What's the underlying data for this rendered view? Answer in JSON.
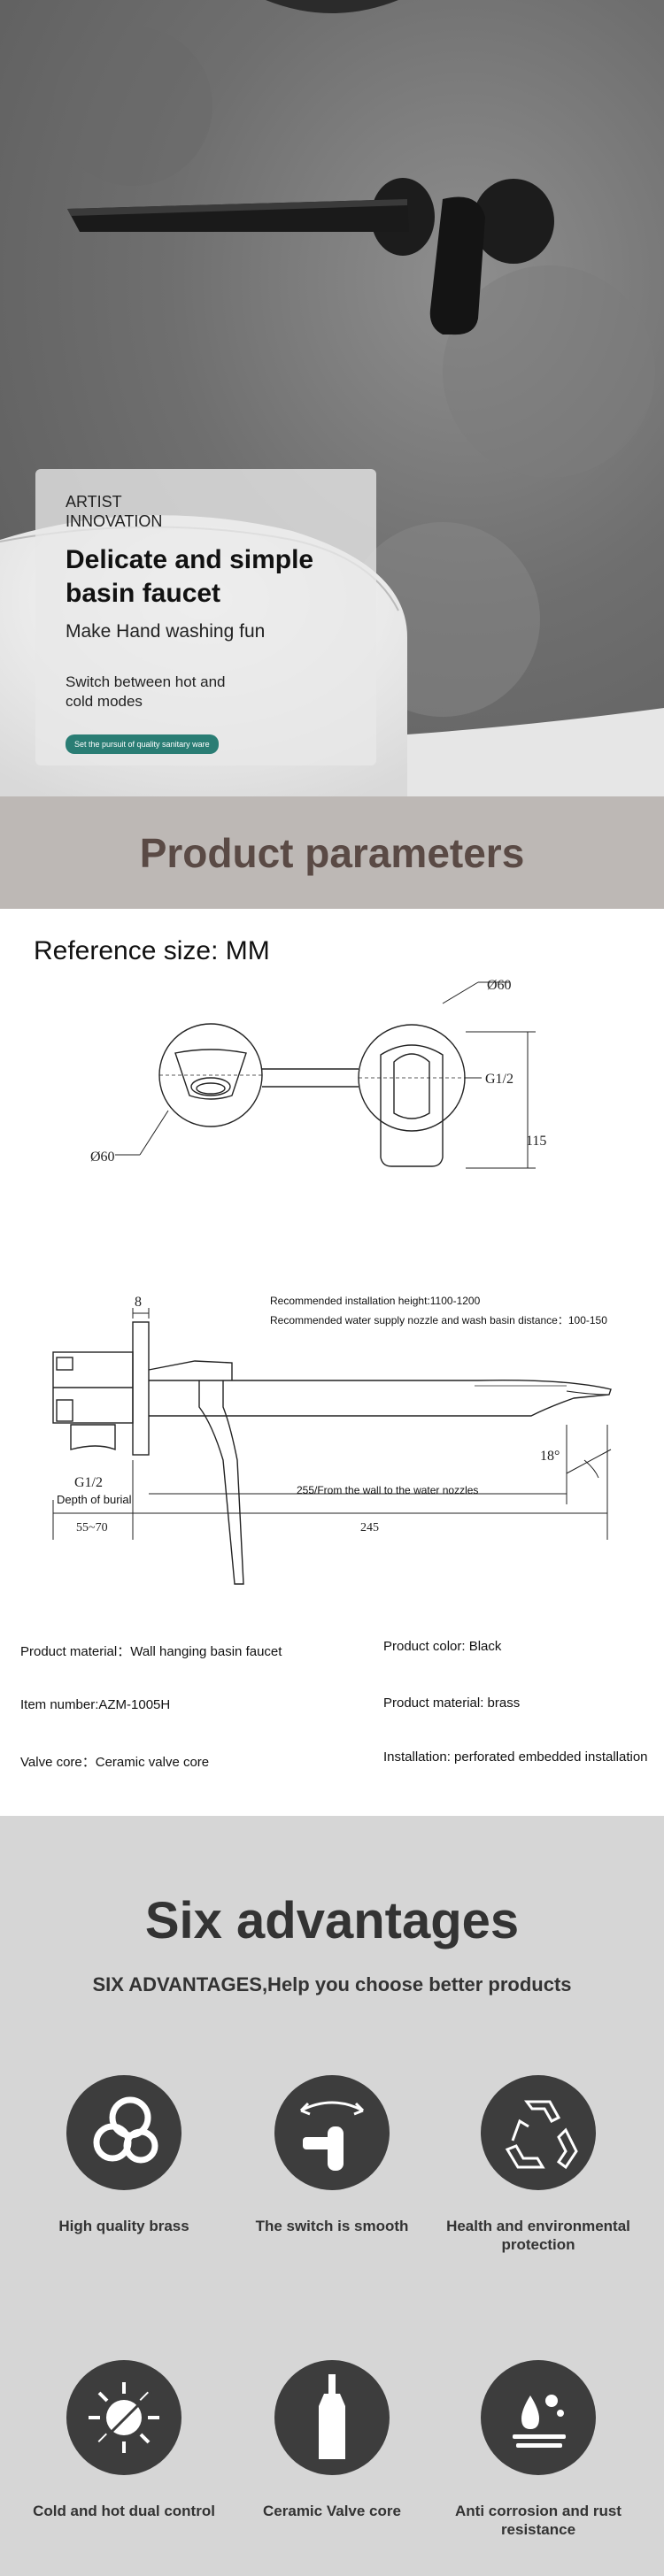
{
  "hero": {
    "kicker": "ARTIST INNOVATION",
    "title": "Delicate and simple basin faucet",
    "subtitle": "Make Hand washing fun",
    "description": "Switch between hot and cold modes",
    "pill": "Set the pursuit of quality sanitary ware"
  },
  "parameters": {
    "banner_title": "Product parameters",
    "reference": "Reference size: MM"
  },
  "drawing": {
    "front": {
      "dia_top": "Ø60",
      "dia_left": "Ø60",
      "thread": "G1/2",
      "height": "115"
    },
    "note_1": "Recommended installation height:1100-1200",
    "note_2": "Recommended water supply nozzle and wash basin distance：100-150",
    "side": {
      "thickness": "8",
      "thread": "G1/2",
      "burial": "Depth of burial",
      "burial_range": "55~70",
      "reach_label": "255/From the wall to the water nozzles",
      "spout_len": "245",
      "angle": "18°"
    }
  },
  "specs": {
    "material_left": "Product material：Wall hanging basin faucet",
    "color": "Product color: Black",
    "item_number": "Item number:AZM-1005H",
    "material_right": "Product material: brass",
    "valve": "Valve core：Ceramic valve core",
    "installation": "Installation: perforated embedded installation"
  },
  "advantages": {
    "title": "Six advantages",
    "subtitle": "SIX ADVANTAGES,Help you choose better products",
    "items": [
      {
        "label": "High quality brass",
        "icon": "brass-balls-icon"
      },
      {
        "label": "The switch is smooth",
        "icon": "lever-switch-icon"
      },
      {
        "label": "Health and environmental protection",
        "icon": "recycle-icon"
      },
      {
        "label": "Cold and hot dual control",
        "icon": "sun-snowflake-icon"
      },
      {
        "label": "Ceramic Valve core",
        "icon": "valve-core-icon"
      },
      {
        "label": "Anti corrosion and rust resistance",
        "icon": "water-drop-icon"
      }
    ]
  }
}
